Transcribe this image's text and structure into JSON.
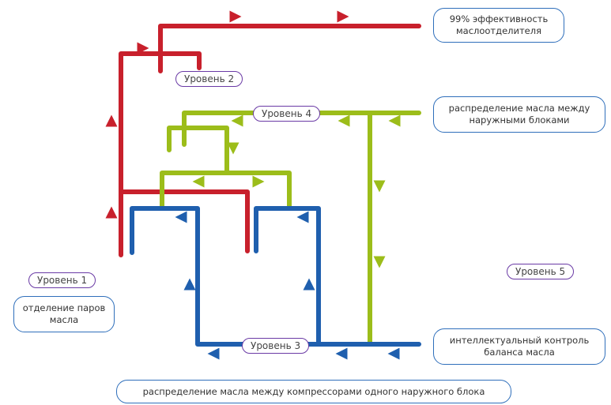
{
  "colors": {
    "red": "#c8202c",
    "green": "#9cbd1a",
    "blue": "#1f5fae",
    "level_border": "#6a3aa5",
    "box_border": "#2f6fbb"
  },
  "levels": {
    "level1": "Уровень 1",
    "level2": "Уровень 2",
    "level3": "Уровень 3",
    "level4": "Уровень 4",
    "level5": "Уровень 5"
  },
  "boxes": {
    "efficiency": "99% эффективность маслоотделителя",
    "distribution_outdoor": "распределение масла между наружными блоками",
    "separation": "отделение паров масла",
    "smart_control": "интеллектуальный контроль баланса масла",
    "distribution_compressors": "распределение масла между компрессорами одного наружного блока"
  }
}
